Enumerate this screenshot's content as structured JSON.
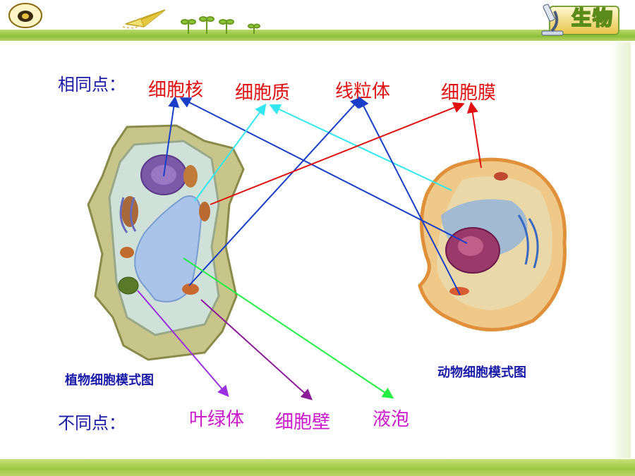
{
  "header": {
    "badge_text": "生物"
  },
  "same_points": {
    "heading": "相同点：",
    "items": [
      "细胞核",
      "细胞质",
      "线粒体",
      "细胞膜"
    ]
  },
  "different_points": {
    "heading": "不同点：",
    "items": [
      "叶绿体",
      "细胞壁",
      "液泡"
    ]
  },
  "captions": {
    "plant": "植物细胞模式图",
    "animal": "动物细胞模式图"
  },
  "colors": {
    "same_label": "#e01010",
    "diff_label": "#cc18cc",
    "heading": "#1a1aa8",
    "bar_green": "#9cc63f",
    "line_dark_blue": "#1a3ec8",
    "line_cyan": "#33e6f0",
    "line_red": "#e01010",
    "line_green": "#22ee44",
    "line_purple": "#9a30e0"
  },
  "icons": [
    "school-logo-icon",
    "paper-plane-icon",
    "sprout-icon",
    "microscope-icon",
    "plant-cell-image",
    "animal-cell-image"
  ]
}
